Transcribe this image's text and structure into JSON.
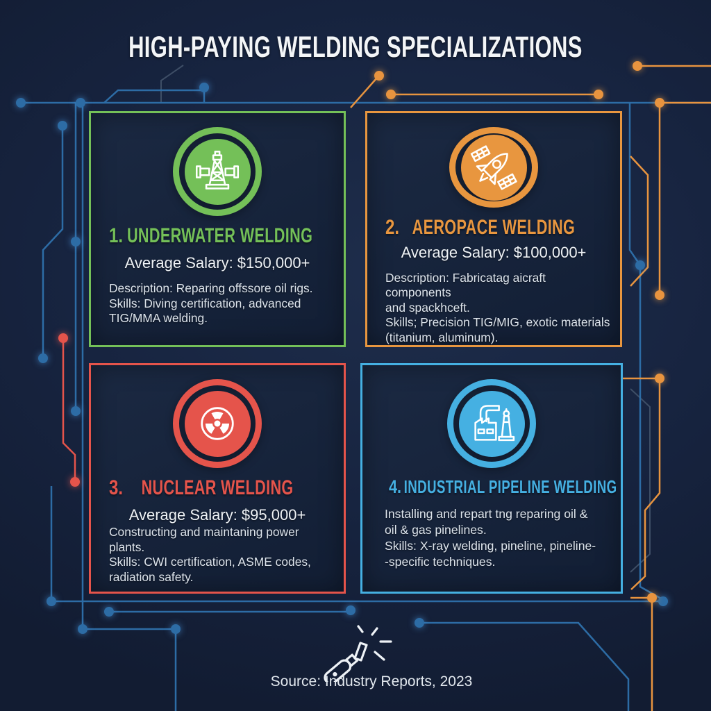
{
  "title": "HIGH-PAYING WELDING SPECIALIZATIONS",
  "cards": [
    {
      "number": "1.",
      "title": "UNDERWATER WELDING",
      "accent": "#74c058",
      "icon": "oil-rig-icon",
      "salary": "Average Salary: $150,000+",
      "lines": [
        "Description: Reparing offssore oil rigs.",
        "Skills: Diving certification, advanced",
        "TIG/MMA welding."
      ]
    },
    {
      "number": "2.",
      "title": "AEROPACE WELDING",
      "accent": "#e8963f",
      "icon": "rocket-satellite-icon",
      "salary": "Average Salary: $100,000+",
      "lines": [
        "Description: Fabricatag aicraft components",
        "and spackhceft.",
        "Skills; Precision TIG/MIG, exotic materials",
        "(titanium, aluminum)."
      ]
    },
    {
      "number": "3.",
      "title": "NUCLEAR WELDING",
      "accent": "#e5544b",
      "icon": "radiation-icon",
      "salary": "Average Salary: $95,000+",
      "lines": [
        "Constructing and maintaning power plants.",
        "Skills: CWI certification, ASME codes,",
        "radiation safety."
      ]
    },
    {
      "number": "4.",
      "title": "INDUSTRIAL PIPELINE WELDING",
      "accent": "#45b0e2",
      "icon": "factory-pipeline-icon",
      "salary": "",
      "lines": [
        "Installing and repart tng reparing oil &",
        "oil & gas pinelines.",
        "Skills: X-ray welding, pineline, pineline-",
        "-specific techniques."
      ]
    }
  ],
  "footer": {
    "icon": "welding-torch-icon",
    "source": "Source: Industry Reports, 2023"
  },
  "colors": {
    "background": "#172440",
    "circuit_blue": "#2d6ca5",
    "circuit_orange": "#e8943f",
    "circuit_red": "#e5544b",
    "text": "#eef2f6"
  }
}
